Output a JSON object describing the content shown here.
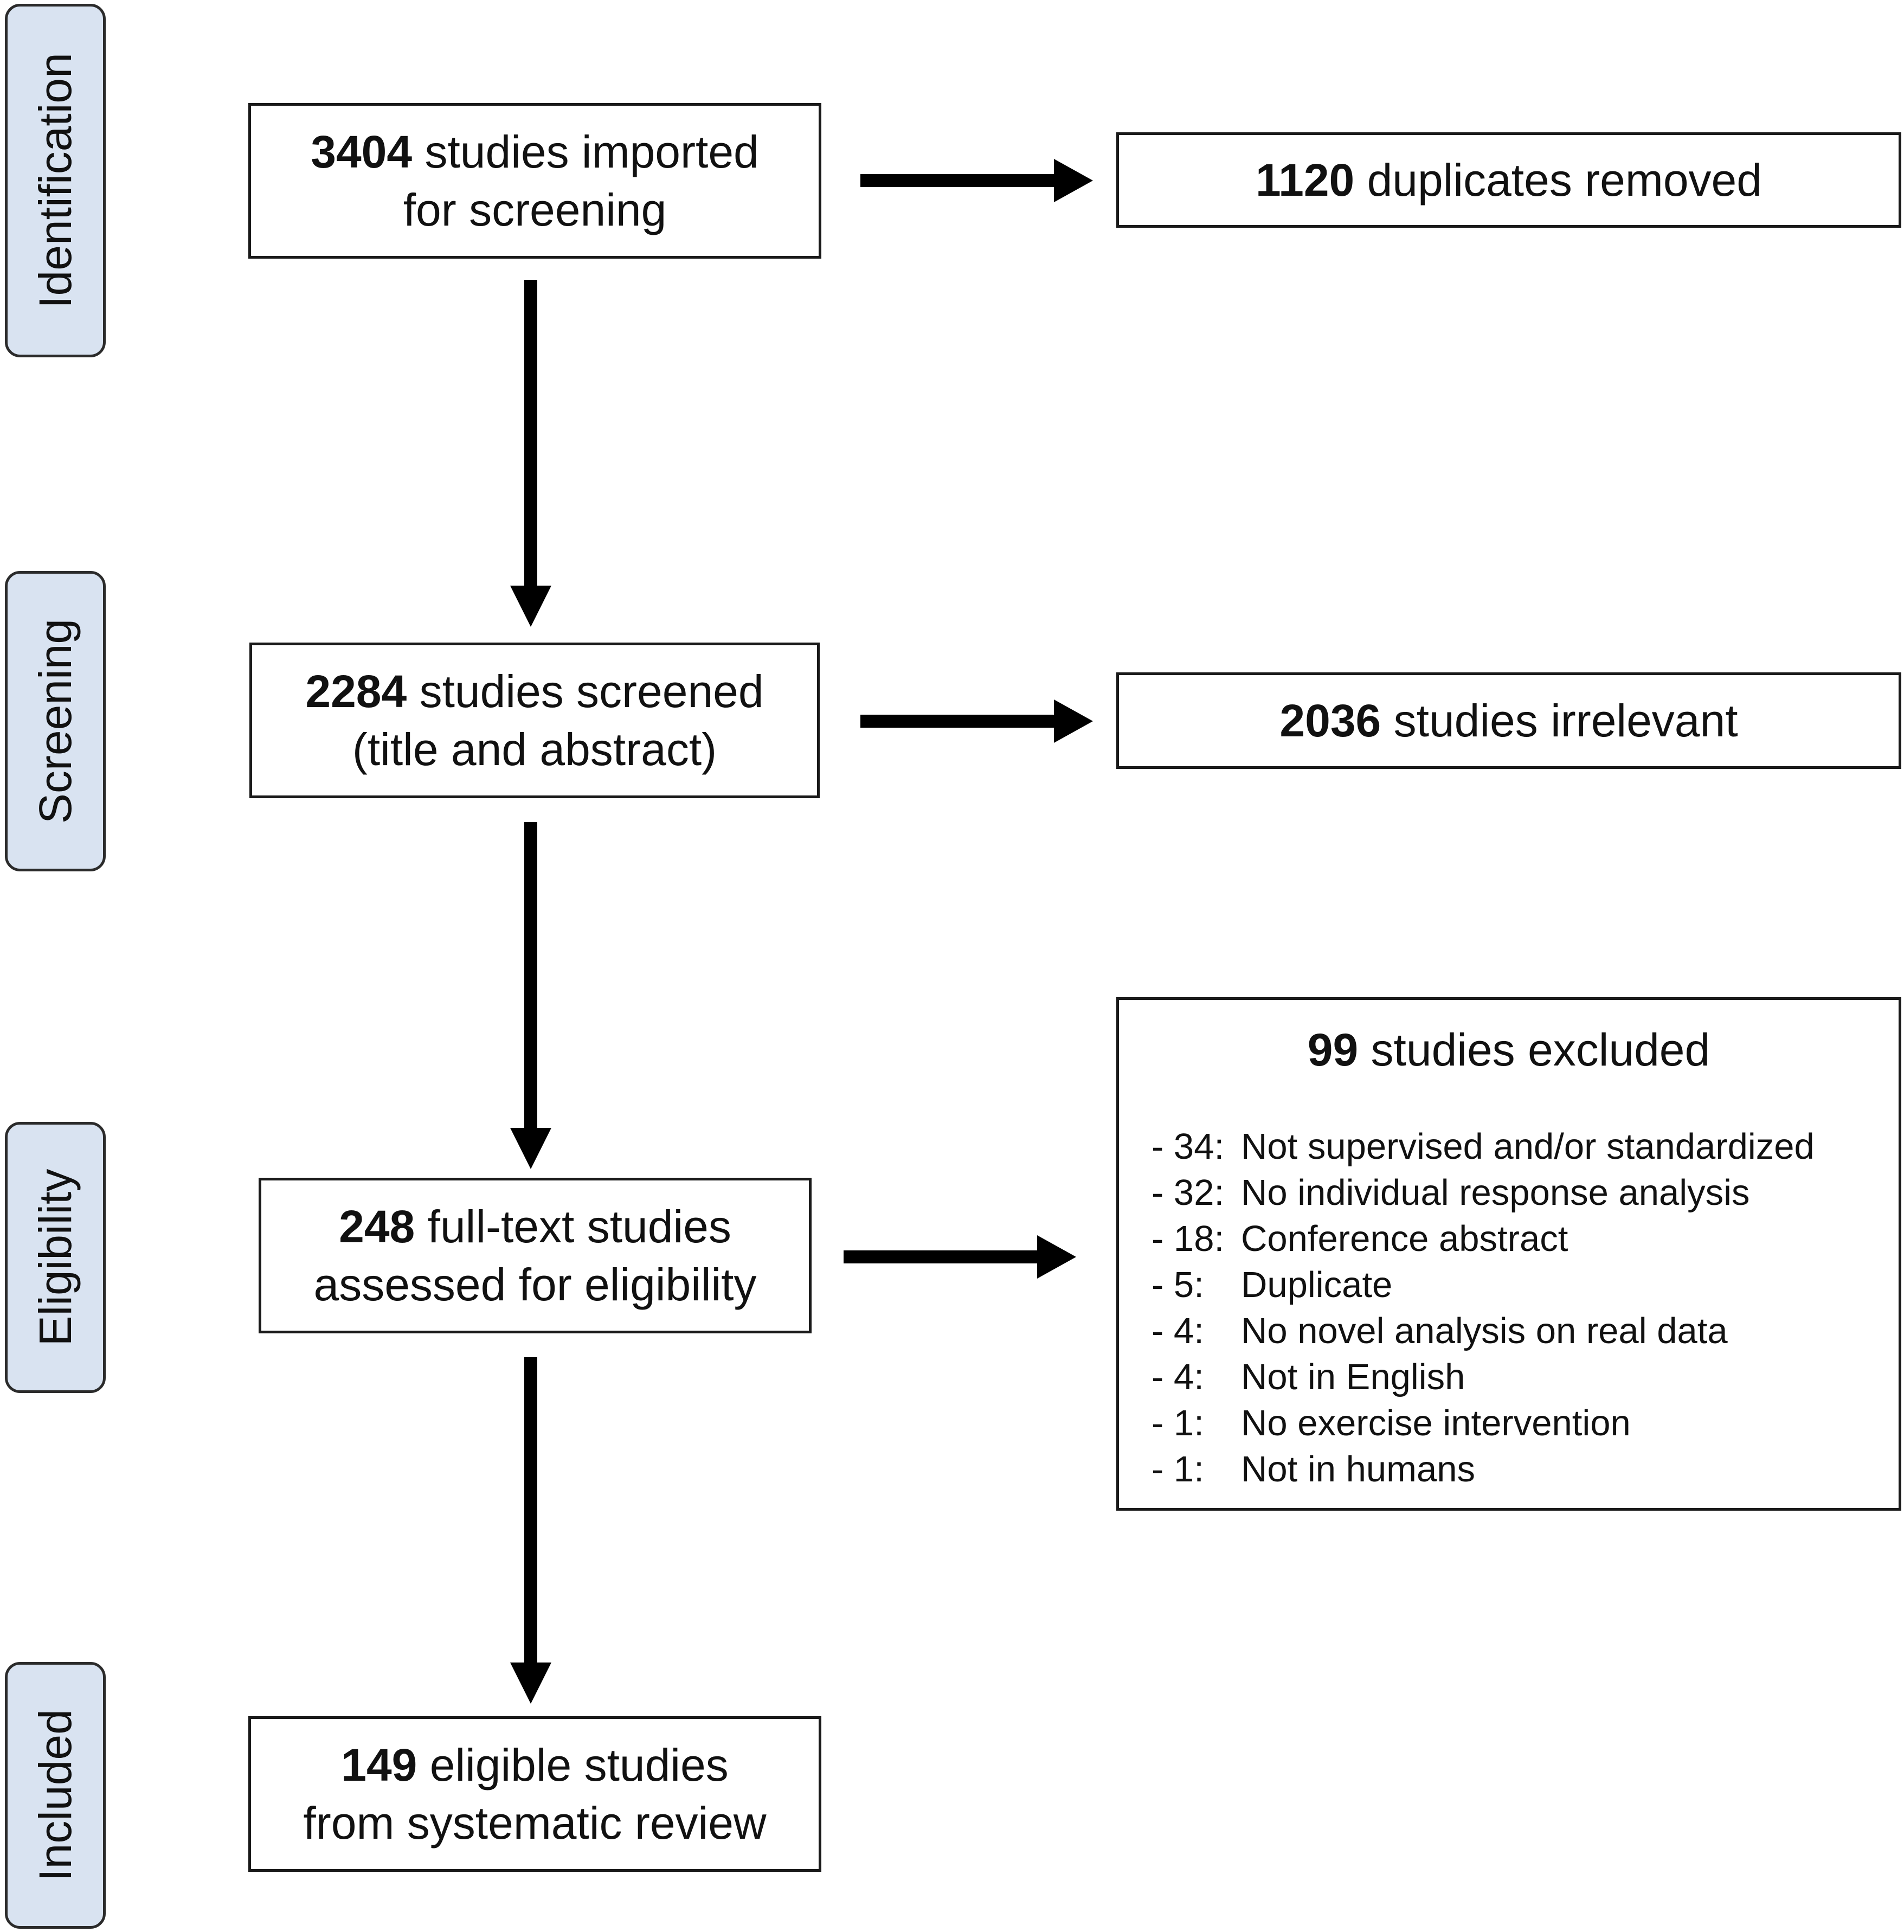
{
  "stages": [
    "Identification",
    "Screening",
    "Eligibility",
    "Included"
  ],
  "boxes": {
    "imported": {
      "bold": "3404",
      "line1_rest": " studies imported",
      "line2": "for screening"
    },
    "duplicates": {
      "bold": "1120",
      "rest": " duplicates removed"
    },
    "screened": {
      "bold": "2284",
      "line1_rest": " studies screened",
      "line2": "(title and abstract)"
    },
    "irrelevant": {
      "bold": "2036",
      "rest": " studies irrelevant"
    },
    "fulltext": {
      "bold": "248",
      "line1_rest": " full-text studies",
      "line2": "assessed for eligibility"
    },
    "excluded": {
      "bold": "99",
      "rest": " studies excluded",
      "reasons": [
        {
          "code": "- 34:",
          "text": "Not supervised and/or standardized"
        },
        {
          "code": "- 32:",
          "text": "No individual response analysis"
        },
        {
          "code": "- 18:",
          "text": "Conference abstract"
        },
        {
          "code": "- 5:",
          "text": "Duplicate"
        },
        {
          "code": "- 4:",
          "text": "No novel analysis on real data"
        },
        {
          "code": "- 4:",
          "text": "Not in English"
        },
        {
          "code": "- 1:",
          "text": "No exercise intervention"
        },
        {
          "code": "- 1:",
          "text": "Not in humans"
        }
      ]
    },
    "eligible": {
      "bold": "149",
      "line1_rest": " eligible studies",
      "line2": "from systematic review"
    }
  }
}
